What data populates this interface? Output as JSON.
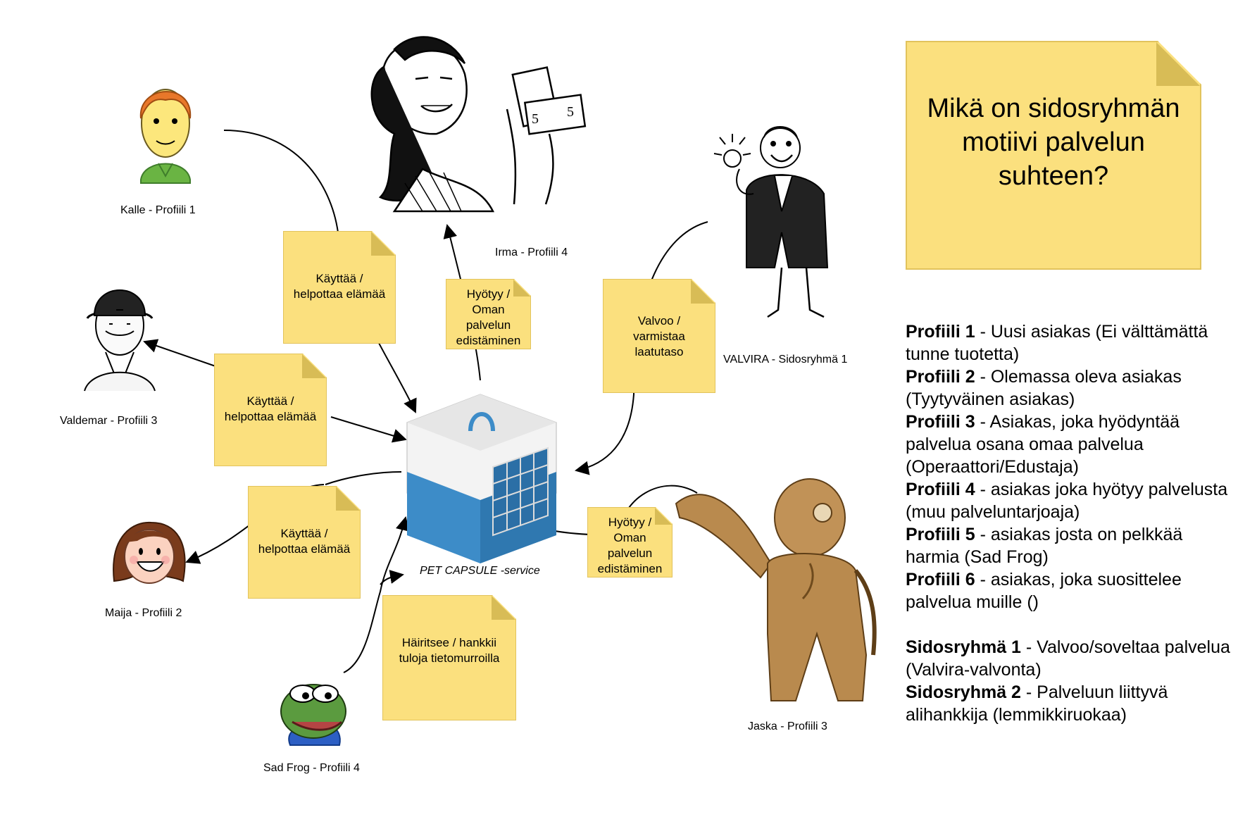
{
  "question_note": {
    "text": "Mikä on sidosryhmän motiivi palvelun suhteen?"
  },
  "center": {
    "caption": "PET CAPSULE -service"
  },
  "actors": [
    {
      "id": "kalle",
      "label": "Kalle - Profiili 1",
      "icon": "young-man-icon"
    },
    {
      "id": "valdemar",
      "label": "Valdemar - Profiili 3",
      "icon": "bowler-hat-man-icon"
    },
    {
      "id": "maija",
      "label": "Maija - Profiili 2",
      "icon": "smiling-woman-icon"
    },
    {
      "id": "sadfrog",
      "label": "Sad Frog - Profiili 4",
      "icon": "sad-frog-icon"
    },
    {
      "id": "irma",
      "label": "Irma  - Profiili 4",
      "icon": "woman-with-money-icon"
    },
    {
      "id": "valvira",
      "label": "VALVIRA - Sidosryhmä 1",
      "icon": "gentleman-with-lightbulb-icon"
    },
    {
      "id": "jaska",
      "label": "Jaska - Profiili 3",
      "icon": "diving-suit-statue-icon"
    }
  ],
  "notes": [
    {
      "id": "kalle-note",
      "text": "Käyttää / helpottaa elämää"
    },
    {
      "id": "valdemar-note",
      "text": "Käyttää / helpottaa elämää"
    },
    {
      "id": "maija-note",
      "text": "Käyttää / helpottaa elämää"
    },
    {
      "id": "sadfrog-note",
      "text": "Häiritsee / hankkii tuloja tietomurroilla"
    },
    {
      "id": "irma-note",
      "text": "Hyötyy  / Oman palvelun edistäminen"
    },
    {
      "id": "valvira-note",
      "text": "Valvoo / varmistaa laatutaso"
    },
    {
      "id": "jaska-note",
      "text": "Hyötyy  / Oman palvelun edistäminen"
    }
  ],
  "legend": {
    "profiles": [
      {
        "key": "Profiili 1",
        "desc": " - Uusi asiakas (Ei välttämättä tunne tuotetta)"
      },
      {
        "key": "Profiili 2",
        "desc": " - Olemassa oleva asiakas (Tyytyväinen asiakas)"
      },
      {
        "key": "Profiili 3",
        "desc": " - Asiakas, joka hyödyntää palvelua osana omaa palvelua (Operaattori/Edustaja)"
      },
      {
        "key": "Profiili 4",
        "desc": " - asiakas joka hyötyy palvelusta (muu palveluntarjoaja)"
      },
      {
        "key": "Profiili 5",
        "desc": " - asiakas josta on pelkkää harmia (Sad Frog)"
      },
      {
        "key": "Profiili 6",
        "desc": " - asiakas, joka suosittelee palvelua muille ()"
      }
    ],
    "stakeholders": [
      {
        "key": "Sidosryhmä 1",
        "desc": " - Valvoo/soveltaa palvelua (Valvira-valvonta)"
      },
      {
        "key": "Sidosryhmä 2",
        "desc": " - Palveluun liittyvä alihankkija (lemmikkiruokaa)"
      }
    ]
  },
  "colors": {
    "note_fill": "#fbe07e",
    "note_border": "#e2c35c",
    "capsule_blue": "#3d8cc8",
    "capsule_white": "#f0f0f0"
  }
}
